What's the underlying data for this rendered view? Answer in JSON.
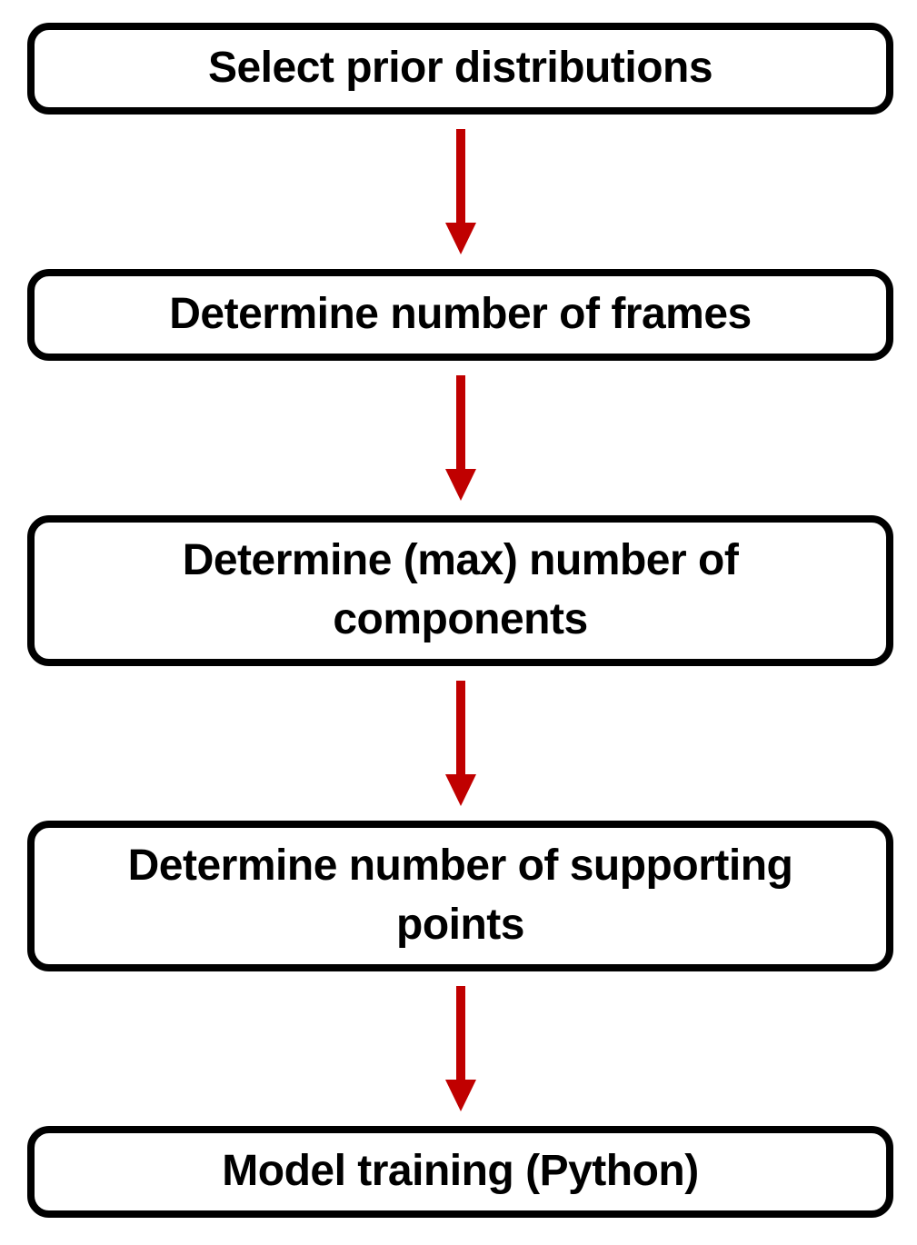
{
  "diagram": {
    "type": "flowchart",
    "direction": "top-to-bottom",
    "arrow_color": "#c00000",
    "node_border_color": "#000000",
    "node_fill_color": "#ffffff",
    "nodes": [
      {
        "id": "select-priors",
        "label": "Select prior distributions"
      },
      {
        "id": "num-frames",
        "label": "Determine number of frames"
      },
      {
        "id": "num-components",
        "label": "Determine (max) number of\ncomponents"
      },
      {
        "id": "num-supporting-points",
        "label": "Determine number of supporting\npoints"
      },
      {
        "id": "model-training",
        "label": "Model training (Python)"
      }
    ]
  }
}
